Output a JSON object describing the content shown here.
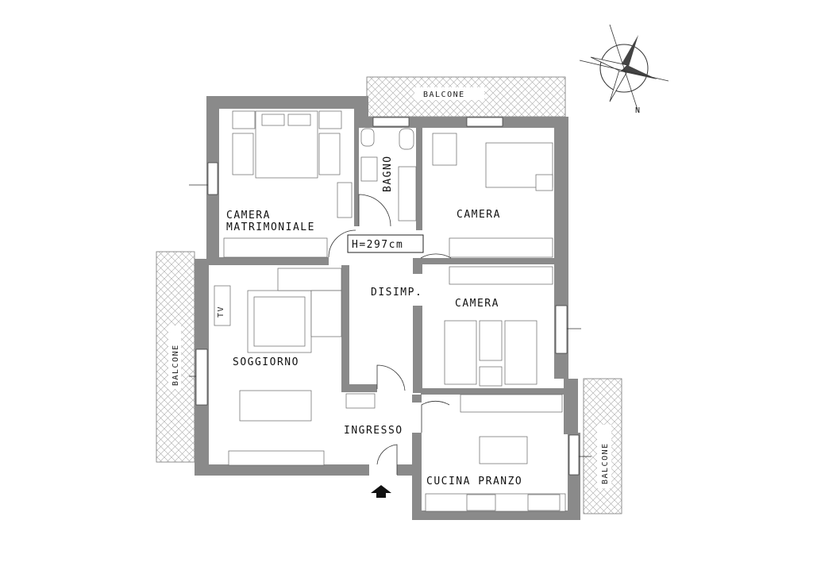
{
  "rooms": {
    "camera_matrimoniale_line1": "CAMERA",
    "camera_matrimoniale_line2": "MATRIMONIALE",
    "bagno": "BAGNO",
    "camera_1": "CAMERA",
    "camera_2": "CAMERA",
    "disimpegno": "DISIMP.",
    "soggiorno": "SOGGIORNO",
    "ingresso": "INGRESSO",
    "cucina_pranzo": "CUCINA PRANZO"
  },
  "balconies": {
    "top": "BALCONE",
    "left": "BALCONE",
    "right": "BALCONE"
  },
  "ceiling_height": "H=297cm",
  "tv_label": "TV",
  "compass_label": "N",
  "colors": {
    "wall": "#8a8a8a",
    "line": "#333333",
    "background": "#ffffff"
  }
}
